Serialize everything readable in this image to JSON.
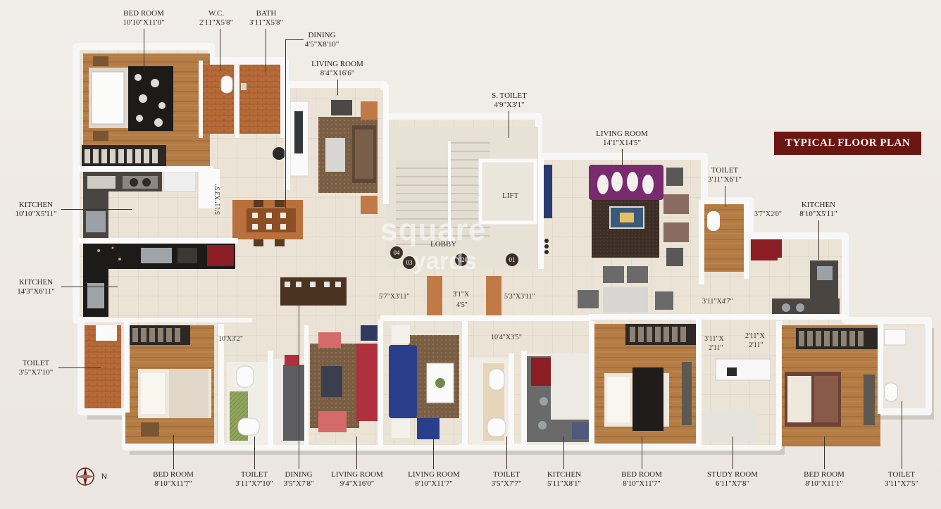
{
  "title": "TYPICAL FLOOR PLAN",
  "compass_label": "N",
  "watermark": [
    "square",
    "yards"
  ],
  "plan_text": {
    "lift": "LIFT",
    "lobby": "LOBBY",
    "markers": [
      "04",
      "03",
      "02",
      "01"
    ]
  },
  "rooms_top": [
    {
      "name": "BED ROOM",
      "size": "10'10\"X11'0\""
    },
    {
      "name": "W.C.",
      "size": "2'11\"X5'8\""
    },
    {
      "name": "BATH",
      "size": "3'11\"X5'8\""
    },
    {
      "name": "DINING",
      "size": "4'5\"X8'10\""
    },
    {
      "name": "LIVING ROOM",
      "size": "8'4\"X16'6\""
    },
    {
      "name": "S. TOILET",
      "size": "4'9\"X3'1\""
    },
    {
      "name": "LIVING ROOM",
      "size": "14'1\"X14'5\""
    },
    {
      "name": "TOILET",
      "size": "3'11\"X6'1\""
    },
    {
      "name": "KITCHEN",
      "size": "8'10\"X5'11\""
    }
  ],
  "rooms_left": [
    {
      "name": "KITCHEN",
      "size": "10'10\"X5'11\""
    },
    {
      "name": "KITCHEN",
      "size": "14'3\"X6'11\""
    },
    {
      "name": "TOILET",
      "size": "3'5\"X7'10\""
    }
  ],
  "rooms_bottom": [
    {
      "name": "BED ROOM",
      "size": "8'10\"X11'7\""
    },
    {
      "name": "TOILET",
      "size": "3'11\"X7'10\""
    },
    {
      "name": "DINING",
      "size": "3'5\"X7'8\""
    },
    {
      "name": "LIVING ROOM",
      "size": "9'4\"X16'0\""
    },
    {
      "name": "LIVING ROOM",
      "size": "8'10\"X11'7\""
    },
    {
      "name": "TOILET",
      "size": "3'5\"X7'7\""
    },
    {
      "name": "KITCHEN",
      "size": "5'11\"X8'1\""
    },
    {
      "name": "BED ROOM",
      "size": "8'10\"X11'7\""
    },
    {
      "name": "STUDY ROOM",
      "size": "6'11\"X7'8\""
    },
    {
      "name": "BED ROOM",
      "size": "8'10\"X11'1\""
    },
    {
      "name": "TOILET",
      "size": "3'11\"X7'5\""
    }
  ],
  "inline_dims": {
    "passage_a": "5'11\"X3'5\"",
    "passage_b": "5'7\"X3'11\"",
    "passage_c1": "3'1\"X",
    "passage_c2": "4'5\"",
    "passage_d": "5'3\"X3'11\"",
    "passage_e": "10'4\"X3'5\"",
    "passage_f": "10'X3'2\"",
    "passage_g": "3'11\"X4'7\"",
    "passage_h": "3'7\"X2'0\"",
    "passage_i1": "3'11\"X",
    "passage_i2": "2'11\"",
    "passage_j1": "2'11\"X",
    "passage_j2": "2'11\""
  },
  "colors": {
    "title_bg": "#6a1712",
    "wall": "#fbfbfb",
    "wood_floor": "#b07a45",
    "tile_floor": "#ece6d8",
    "sofa_purple": "#7a2a6e",
    "sofa_blue": "#2a3f8c",
    "sofa_red": "#b0303e"
  }
}
